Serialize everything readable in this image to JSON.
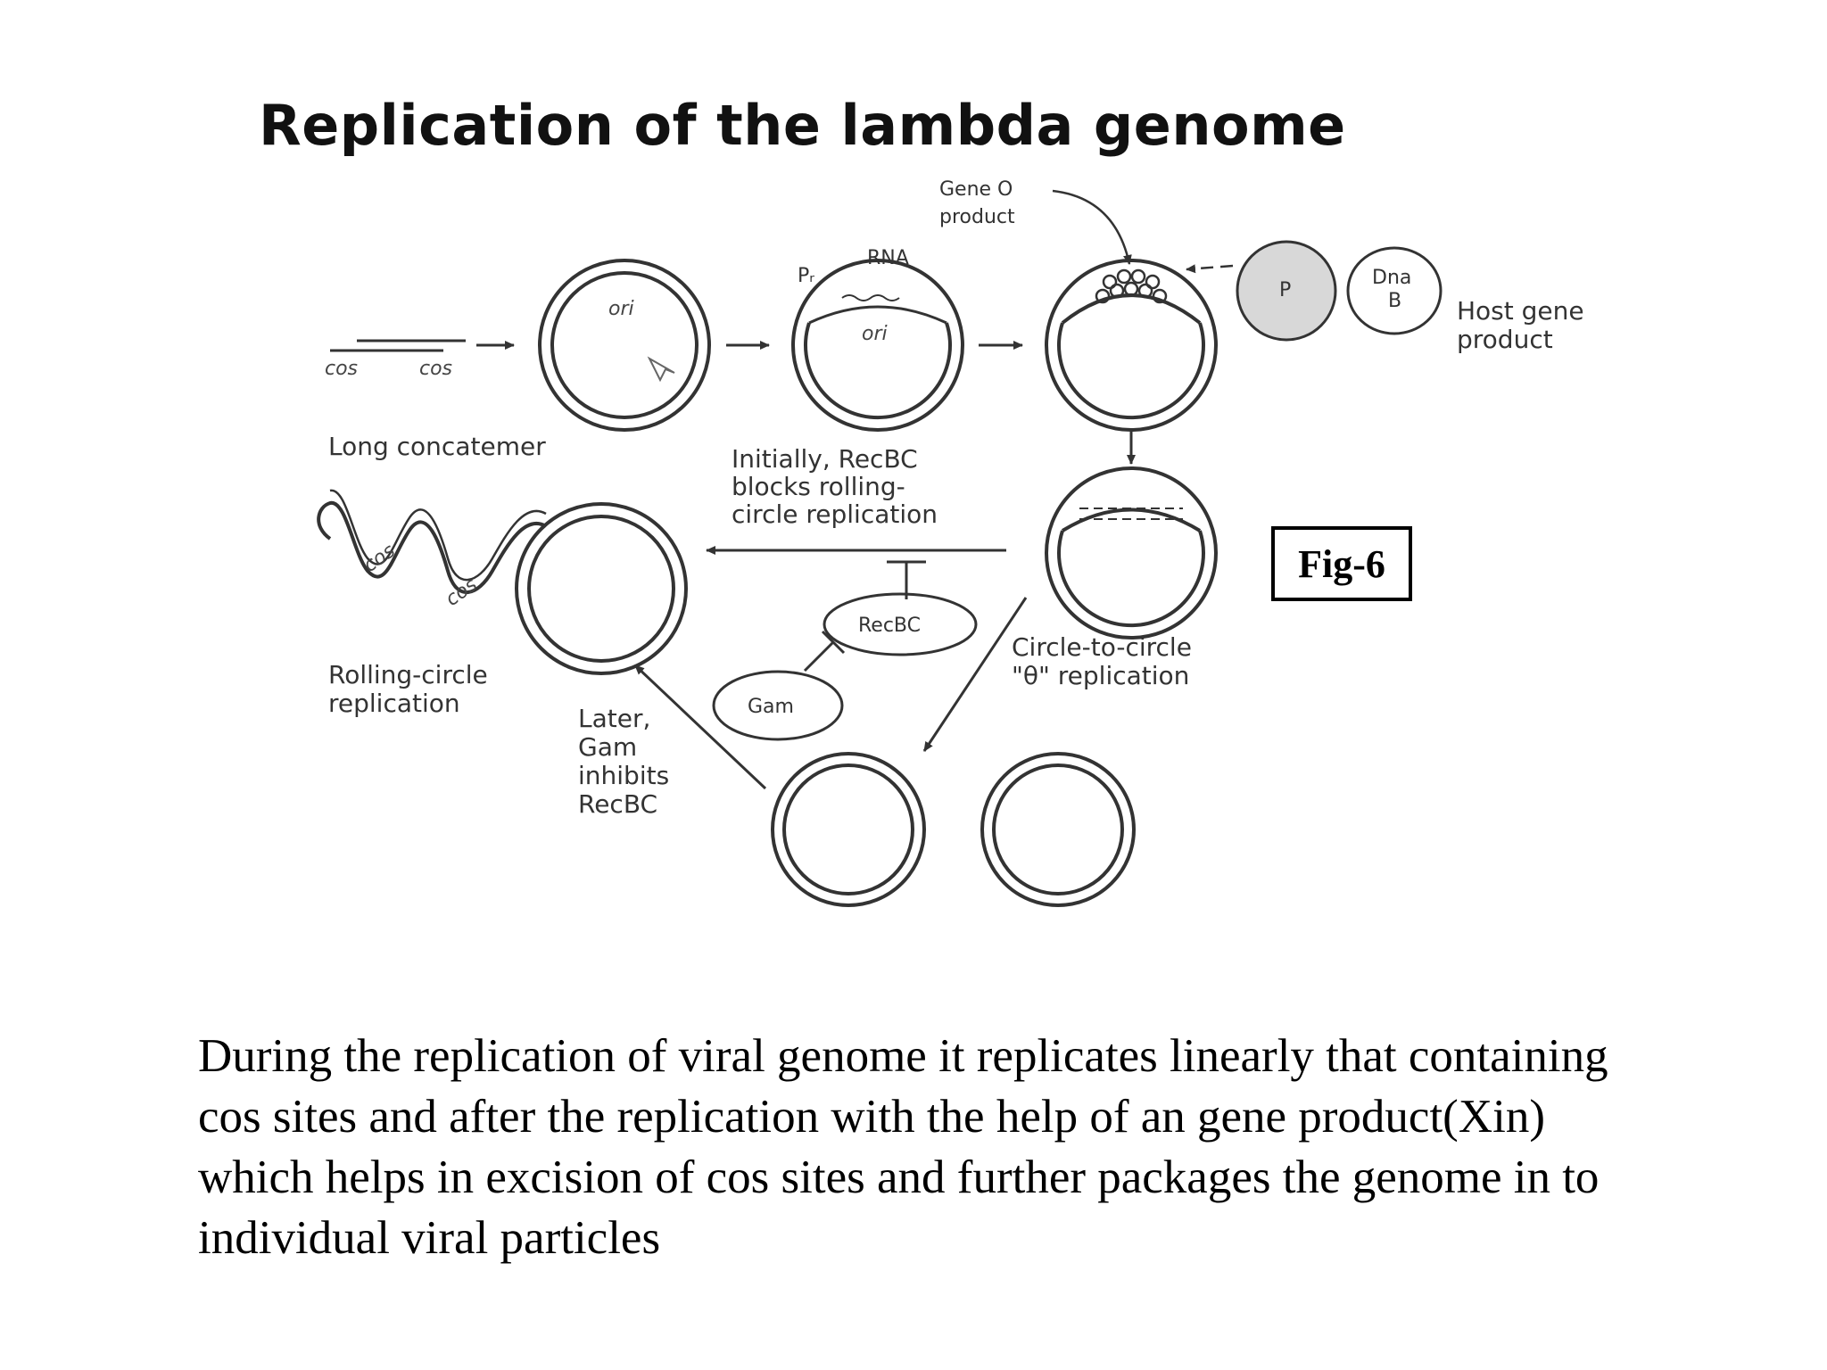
{
  "title": "Replication of the lambda genome",
  "figure_label": "Fig-6",
  "diagram": {
    "labels": {
      "gene_o_line1": "Gene O",
      "gene_o_line2": "product",
      "pr": "Pᵣ",
      "rna": "RNA",
      "ori_1": "ori",
      "ori_2": "ori",
      "p": "P",
      "dna_b_line1": "Dna",
      "dna_b_line2": "B",
      "host_line1": "Host gene",
      "host_line2": "product",
      "cos_1": "cos",
      "cos_2": "cos",
      "long_concatemer": "Long concatemer",
      "initially_line1": "Initially, RecBC",
      "initially_line2": "blocks rolling-",
      "initially_line3": "circle replication",
      "cos_3": "cos",
      "cos_4": "cos",
      "recbc": "RecBC",
      "gam": "Gam",
      "circle_line1": "Circle-to-circle",
      "circle_line2": "\"θ\" replication",
      "rolling_line1": "Rolling-circle",
      "rolling_line2": "replication",
      "later_line1": "Later,",
      "later_line2": "Gam",
      "later_line3": "inhibits",
      "later_line4": "RecBC"
    }
  },
  "caption_lines": [
    "During the replication of viral genome it replicates linearly that containing",
    "cos sites and after the replication with the help of an gene product(Xin)",
    "which helps in excision of cos sites and further packages the genome in to",
    "individual viral particles"
  ]
}
